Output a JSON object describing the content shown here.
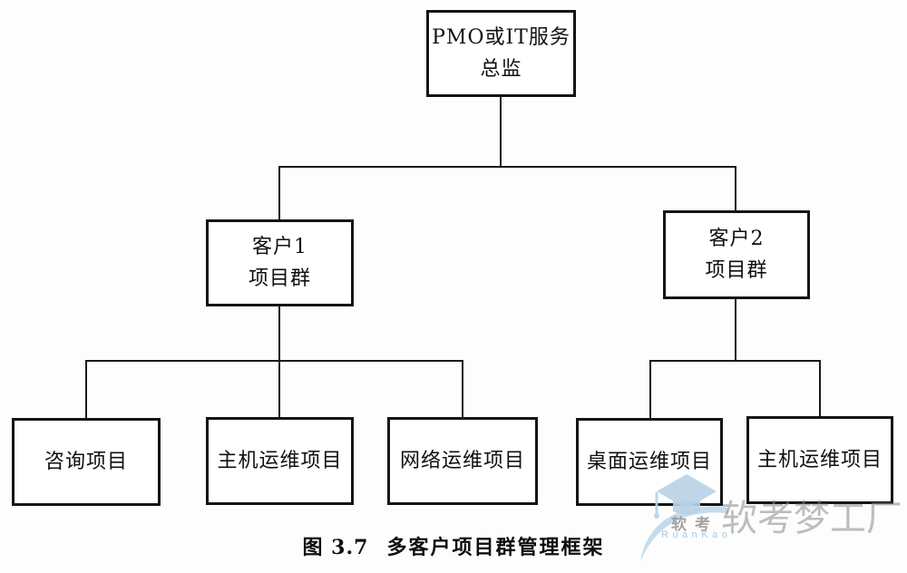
{
  "figure": {
    "caption_number": "图 3.7",
    "caption_title": "多客户项目群管理框架"
  },
  "org_chart": {
    "type": "org-tree",
    "root": {
      "label": "PMO或IT服务\n总监"
    },
    "level2": [
      {
        "id": "customer1",
        "label": "客户1\n项目群"
      },
      {
        "id": "customer2",
        "label": "客户2\n项目群"
      }
    ],
    "customer1_projects": [
      "咨询项目",
      "主机运维项目",
      "网络运维项目"
    ],
    "customer2_projects": [
      "桌面运维项目",
      "主机运维项目"
    ]
  },
  "watermark": {
    "icon": "graduation-cap-icon",
    "brand_cn": "软考",
    "brand_en": "RuanKao",
    "brand_name": "软考梦工厂",
    "accent_blue": "#b7d2e6",
    "grey": "#8a8a8a"
  }
}
